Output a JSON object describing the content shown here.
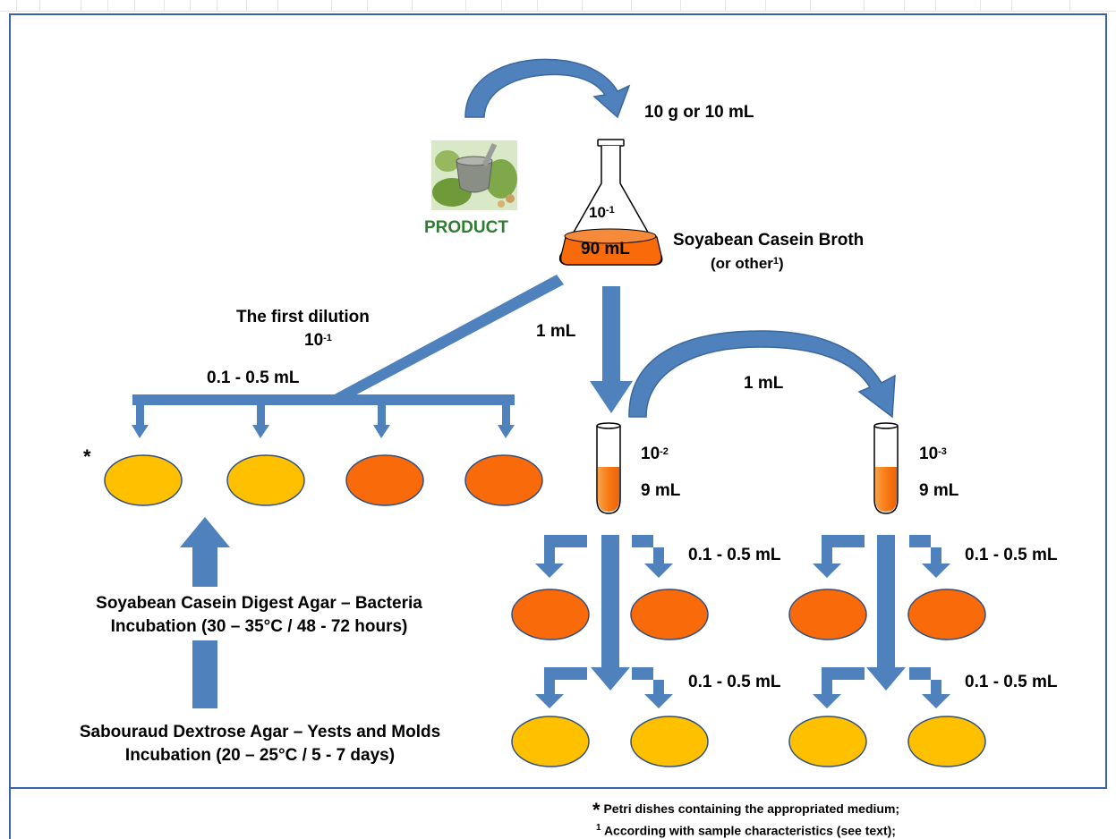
{
  "colors": {
    "arrow": "#4f81bd",
    "arrow_stroke": "#3a679c",
    "dish_yellow": "#ffc000",
    "dish_orange": "#f96a0b",
    "dish_stroke": "#2f4f7f",
    "frame": "#3a63a8",
    "product_text": "#2e7d32"
  },
  "labels": {
    "sample_amount": "10 g or 10 mL",
    "product": "PRODUCT",
    "flask_dilution_base": "10",
    "flask_dilution_exp": "-1",
    "flask_volume": "90 mL",
    "broth_line1": "Soyabean Casein Broth",
    "broth_line2": "(or other",
    "broth_sup": "1",
    "broth_close": ")",
    "first_dilution_line1": "The first dilution",
    "first_dilution_line2_base": "10",
    "first_dilution_line2_exp": "-1",
    "transfer_left": "0.1 - 0.5 mL",
    "transfer_down": "1 mL",
    "transfer_arc": "1 mL",
    "asterisk": "*",
    "tube1_dilution_base": "10",
    "tube1_dilution_exp": "-2",
    "tube1_volume": "9 mL",
    "tube2_dilution_base": "10",
    "tube2_dilution_exp": "-3",
    "tube2_volume": "9 mL",
    "plate_volume_1": "0.1 - 0.5 mL",
    "plate_volume_2": "0.1 - 0.5 mL",
    "plate_volume_3": "0.1 - 0.5 mL",
    "plate_volume_4": "0.1 - 0.5 mL",
    "bacteria_line1": "Soyabean Casein Digest Agar – Bacteria",
    "bacteria_line2": "Incubation (30 – 35°C / 48 - 72 hours)",
    "fungi_line1": "Sabouraud Dextrose Agar – Yests and Molds",
    "fungi_line2": "Incubation (20 – 25°C / 5 - 7 days)"
  },
  "footnotes": {
    "note1_marker": "*",
    "note1_text": "Petri dishes containing the appropriated medium;",
    "note2_marker": "1",
    "note2_text": "According with sample characteristics (see text);"
  }
}
